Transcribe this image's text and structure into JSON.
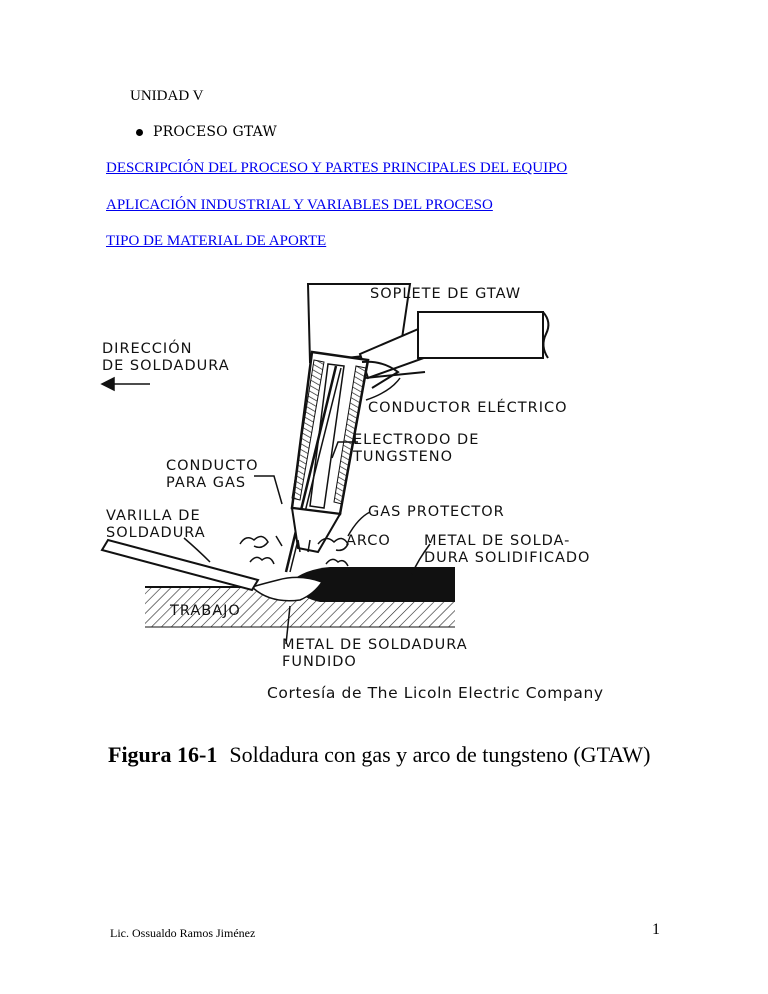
{
  "heading": {
    "unit": "UNIDAD V",
    "bullet": "PROCESO GTAW"
  },
  "links": [
    "DESCRIPCIÓN DEL PROCESO Y PARTES PRINCIPALES DEL EQUIPO",
    "APLICACIÓN INDUSTRIAL Y VARIABLES DEL PROCESO",
    "TIPO DE MATERIAL DE APORTE"
  ],
  "figure": {
    "labels": {
      "torch": "SOPLETE DE GTAW",
      "direction": "DIRECCIÓN\nDE SOLDADURA",
      "conductor": "CONDUCTOR ELÉCTRICO",
      "electrode": "ELECTRODO DE\nTUNGSTENO",
      "gas_conduit": "CONDUCTO\nPARA GAS",
      "shield_gas": "GAS PROTECTOR",
      "rod": "VARILLA DE\nSOLDADURA",
      "arc": "ARCO",
      "solidified": "METAL DE SOLDA-\nDURA SOLIDIFICADO",
      "work": "TRABAJO",
      "molten": "METAL DE SOLDADURA\nFUNDIDO"
    },
    "courtesy": "Cortesía de The Licoln Electric Company",
    "caption_number": "Figura 16-1",
    "caption_text": "Soldadura con gas y arco de tungsteno (GTAW)"
  },
  "footer": {
    "author": "Lic. Ossualdo Ramos Jiménez",
    "page": "1"
  }
}
